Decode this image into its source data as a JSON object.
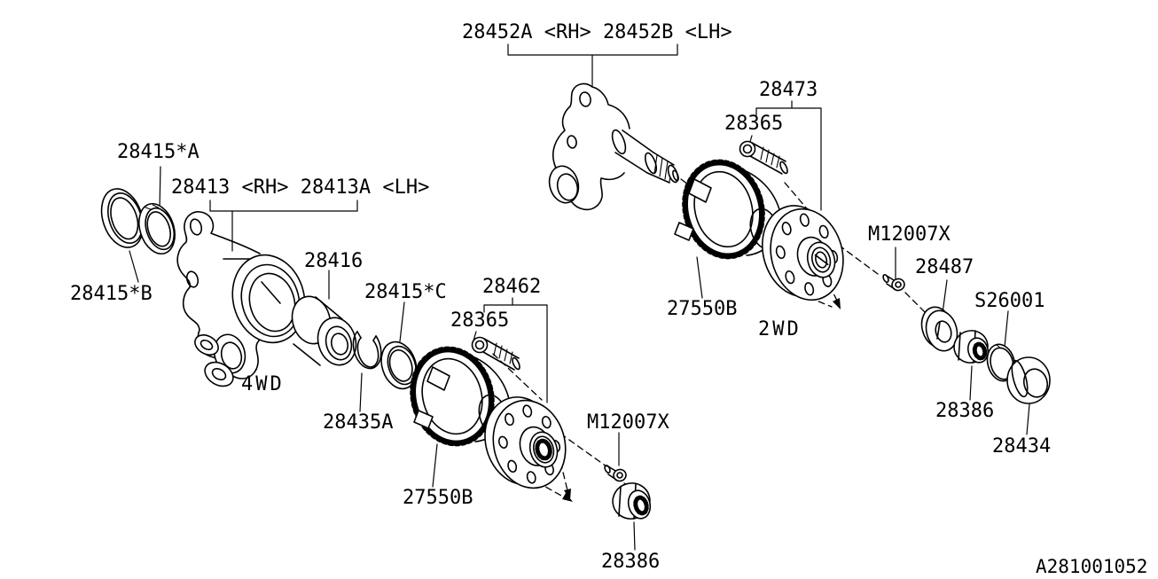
{
  "diagram": {
    "type": "exploded-parts-diagram",
    "subject": "rear axle hub, bearing and knuckle (4WD / 2WD variants)",
    "code": "A281001052",
    "line_color": "#000000",
    "background": "#ffffff"
  },
  "labels": {
    "knuckle_pair_2wd": "28452A <RH> 28452B <LH>",
    "knuckle_pair_4wd": "28413 <RH> 28413A <LH>",
    "seal_a": "28415*A",
    "seal_b": "28415*B",
    "seal_c": "28415*C",
    "bearing": "28416",
    "snap_ring": "28435A",
    "drive_4wd": "4WD",
    "drive_2wd": "2WD",
    "hub_4wd": "28462",
    "hub_2wd": "28473",
    "bolt_4wd": "28365",
    "bolt_2wd": "28365",
    "tone_ring_4wd": "27550B",
    "tone_ring_2wd": "27550B",
    "axle_bolt_4wd": "M12007X",
    "axle_bolt_2wd": "M12007X",
    "axle_nut_4wd": "28386",
    "axle_nut_2wd": "28386",
    "washer": "28487",
    "oring": "S26001",
    "cap": "28434",
    "diagram_code": "A281001052"
  }
}
